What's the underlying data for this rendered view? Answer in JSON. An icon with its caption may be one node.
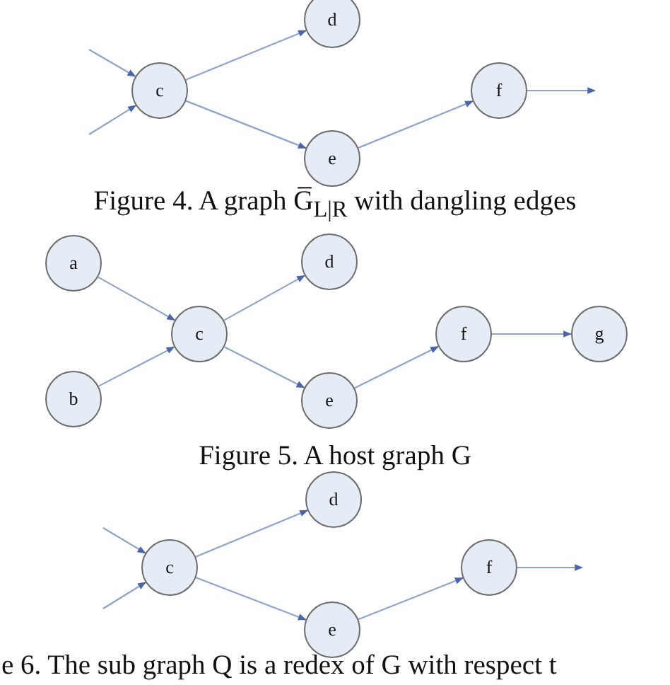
{
  "diagram": {
    "nodes": [
      {
        "text": [
          "c"
        ]
      },
      {
        "text": [
          "d"
        ]
      },
      {
        "text": [
          "e"
        ]
      },
      {
        "text": [
          "f"
        ]
      },
      {
        "text": [
          "a"
        ]
      },
      {
        "text": [
          "b"
        ]
      },
      {
        "text": [
          "c"
        ]
      },
      {
        "text": [
          "d"
        ]
      },
      {
        "text": [
          "e"
        ]
      },
      {
        "text": [
          "f"
        ]
      },
      {
        "text": [
          "g"
        ]
      },
      {
        "text": [
          "c"
        ]
      },
      {
        "text": [
          "d"
        ]
      },
      {
        "text": [
          "e"
        ]
      },
      {
        "text": [
          "f"
        ]
      }
    ],
    "edges": [
      {
        "from": null,
        "to": 0,
        "arrow": "to"
      },
      {
        "from": null,
        "to": 0,
        "arrow": "to"
      },
      {
        "from": 0,
        "to": 1,
        "arrow": "to"
      },
      {
        "from": 0,
        "to": 2,
        "arrow": "to"
      },
      {
        "from": 2,
        "to": 3,
        "arrow": "to"
      },
      {
        "from": 3,
        "to": null,
        "arrow": "to"
      },
      {
        "from": 4,
        "to": 6,
        "arrow": "to"
      },
      {
        "from": 5,
        "to": 6,
        "arrow": "to"
      },
      {
        "from": 6,
        "to": 7,
        "arrow": "to"
      },
      {
        "from": 6,
        "to": 8,
        "arrow": "to"
      },
      {
        "from": 8,
        "to": 9,
        "arrow": "to"
      },
      {
        "from": 9,
        "to": 10,
        "arrow": "to"
      },
      {
        "from": null,
        "to": 11,
        "arrow": "to"
      },
      {
        "from": null,
        "to": 11,
        "arrow": "to"
      },
      {
        "from": 11,
        "to": 12,
        "arrow": "to"
      },
      {
        "from": 11,
        "to": 13,
        "arrow": "to"
      },
      {
        "from": 13,
        "to": 14,
        "arrow": "to"
      },
      {
        "from": 14,
        "to": null,
        "arrow": "to"
      }
    ],
    "labels": [
      "Figure 4. A graph G̅$_{L|R}$ with dangling edges",
      "Figure 5. A host graph G",
      "e 6. The sub graph Q is a redex of G with respect t"
    ]
  }
}
